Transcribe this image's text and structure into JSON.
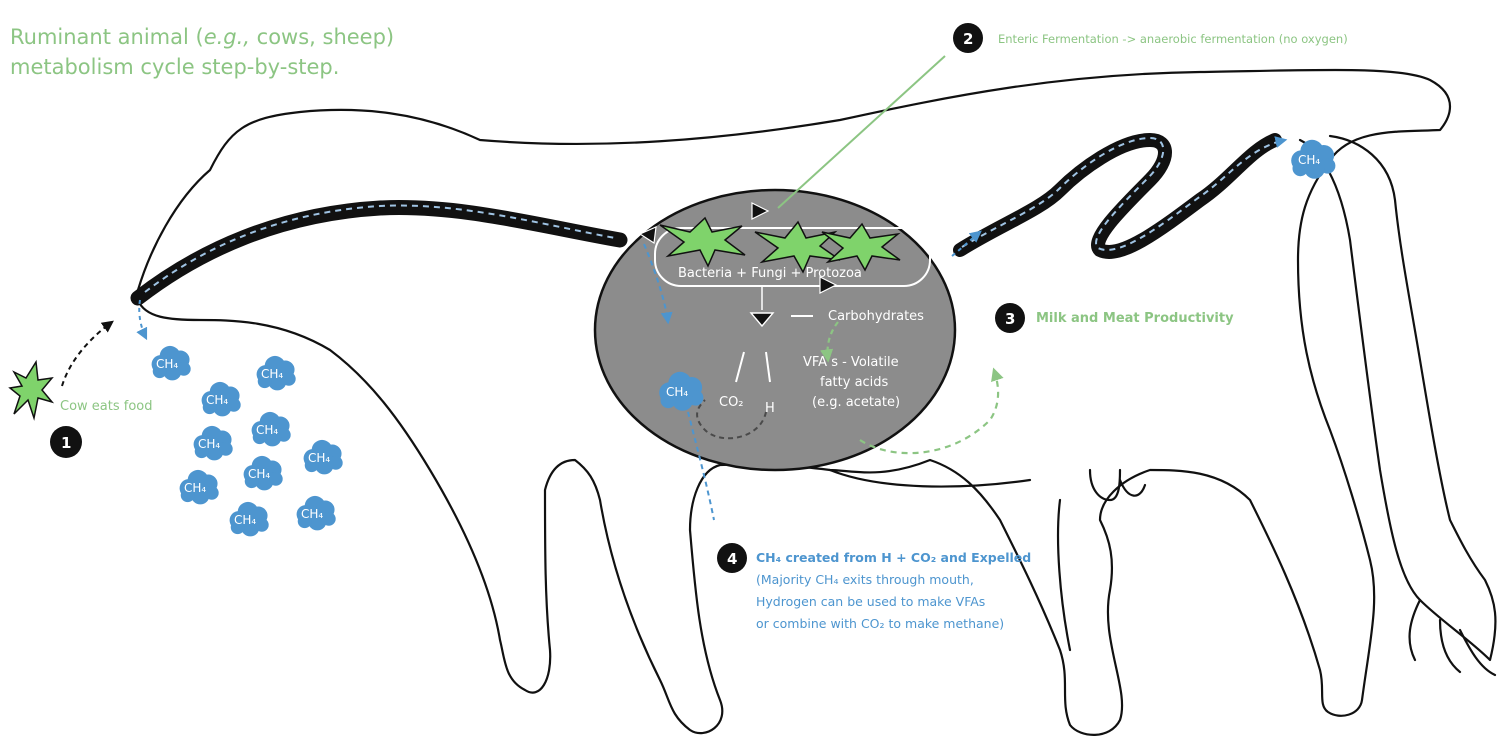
{
  "intro": {
    "line1_pre": "Ruminant animal (",
    "line1_em": "e.g.,",
    "line1_post": " cows, sheep)",
    "line2": "metabolism cycle step-by-step."
  },
  "steps": {
    "s1": {
      "num": "1",
      "label": "Cow eats food"
    },
    "s2": {
      "num": "2",
      "label": "Enteric Fermentation -> anaerobic fermentation (no oxygen)"
    },
    "s3": {
      "num": "3",
      "label": "Milk and Meat Productivity"
    },
    "s4": {
      "num": "4",
      "title": "CH₄ created from H + CO₂ and Expelled",
      "line2": "(Majority CH₄ exits through mouth,",
      "line3": "Hydrogen can be used to make VFAs",
      "line4": "or combine with CO₂ to make methane)"
    }
  },
  "stomach": {
    "microbes": "Bacteria + Fungi + Protozoa",
    "carbs": "Carbohydrates",
    "vfa1": "VFA’s  - Volatile",
    "vfa2": "fatty acids",
    "vfa3": "(e.g. acetate)",
    "co2": "CO₂",
    "h": "H",
    "ch4": "CH₄"
  },
  "cloud_label": "CH₄",
  "colors": {
    "green": "#8cc583",
    "blue": "#4d95cf",
    "stomach_gray": "#8c8c8c",
    "black": "#111111"
  }
}
